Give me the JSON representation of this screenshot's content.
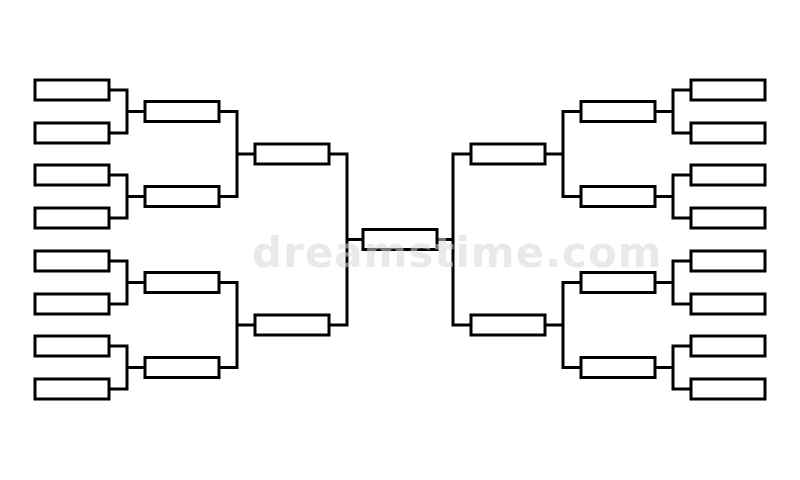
{
  "watermark": {
    "text": "dreamstime.com"
  },
  "bracket": {
    "line_color": "#000000",
    "background": "#ffffff",
    "sides": [
      "left",
      "right"
    ],
    "rounds": [
      {
        "round": 1,
        "slots_per_side": 8
      },
      {
        "round": 2,
        "slots_per_side": 4
      },
      {
        "round": 3,
        "slots_per_side": 2
      },
      {
        "round": "final",
        "slots": 1
      }
    ]
  }
}
